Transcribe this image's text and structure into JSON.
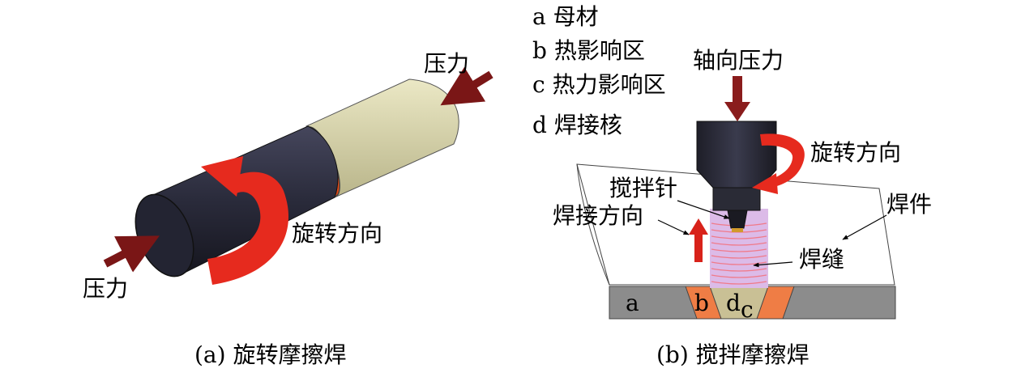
{
  "panel_a": {
    "label_pressure_right": "压力",
    "label_pressure_left": "压力",
    "label_rotation": "旋转方向",
    "caption": "(a) 旋转摩擦焊"
  },
  "panel_b": {
    "legend": [
      {
        "key": "a",
        "text": "母材"
      },
      {
        "key": "b",
        "text": "热影响区"
      },
      {
        "key": "c",
        "text": "热力影响区"
      },
      {
        "key": "d",
        "text": "焊接核"
      }
    ],
    "label_axial_pressure": "轴向压力",
    "label_rotation": "旋转方向",
    "label_pin": "搅拌针",
    "label_weld_direction": "焊接方向",
    "label_workpiece": "焊件",
    "label_seam": "焊缝",
    "zone_a": "a",
    "zone_b": "b",
    "zone_d": "d",
    "zone_c": "c",
    "caption": "(b) 搅拌摩擦焊"
  },
  "colors": {
    "dark_cylinder": "#2a2a3a",
    "khaki_cylinder": "#d6d3a3",
    "arrow_red": "#e62a1e",
    "pressure_arrow": "#7a1616",
    "workpiece_gray": "#8c8c8c",
    "haz_orange": "#ef7d45",
    "nugget_khaki": "#c9c095",
    "seam_purple": "#dcbbe8"
  }
}
